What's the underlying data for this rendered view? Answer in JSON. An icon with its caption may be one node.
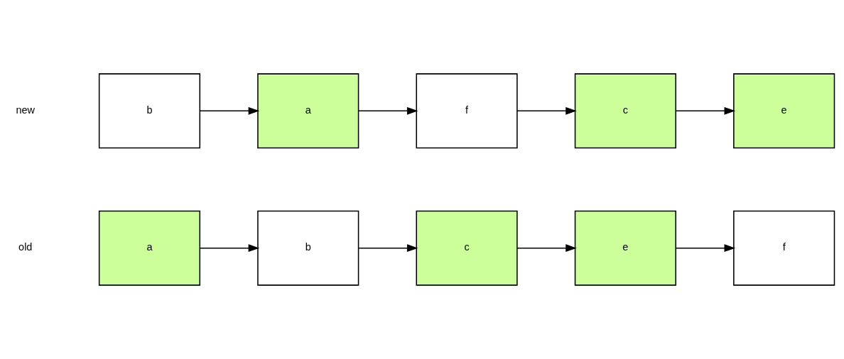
{
  "diagram": {
    "nodes": [
      {
        "text": [
          "a"
        ]
      },
      {
        "text": [
          "b"
        ]
      },
      {
        "text": [
          "c"
        ]
      },
      {
        "text": [
          "e"
        ]
      },
      {
        "text": [
          "f"
        ]
      },
      {
        "text": [
          "b"
        ]
      },
      {
        "text": [
          "a"
        ]
      },
      {
        "text": [
          "f"
        ]
      },
      {
        "text": [
          "c"
        ]
      },
      {
        "text": [
          "e"
        ]
      }
    ],
    "edges": [
      {
        "from": 0,
        "to": 1,
        "arrow": "to"
      },
      {
        "from": 1,
        "to": 2,
        "arrow": "to"
      },
      {
        "from": 2,
        "to": 3,
        "arrow": "to"
      },
      {
        "from": 3,
        "to": 4,
        "arrow": "to"
      },
      {
        "from": 5,
        "to": 6,
        "arrow": "to"
      },
      {
        "from": 6,
        "to": 7,
        "arrow": "to"
      },
      {
        "from": 7,
        "to": 8,
        "arrow": "to"
      },
      {
        "from": 8,
        "to": 9,
        "arrow": "to"
      }
    ],
    "labels": [
      "old",
      "new"
    ]
  }
}
